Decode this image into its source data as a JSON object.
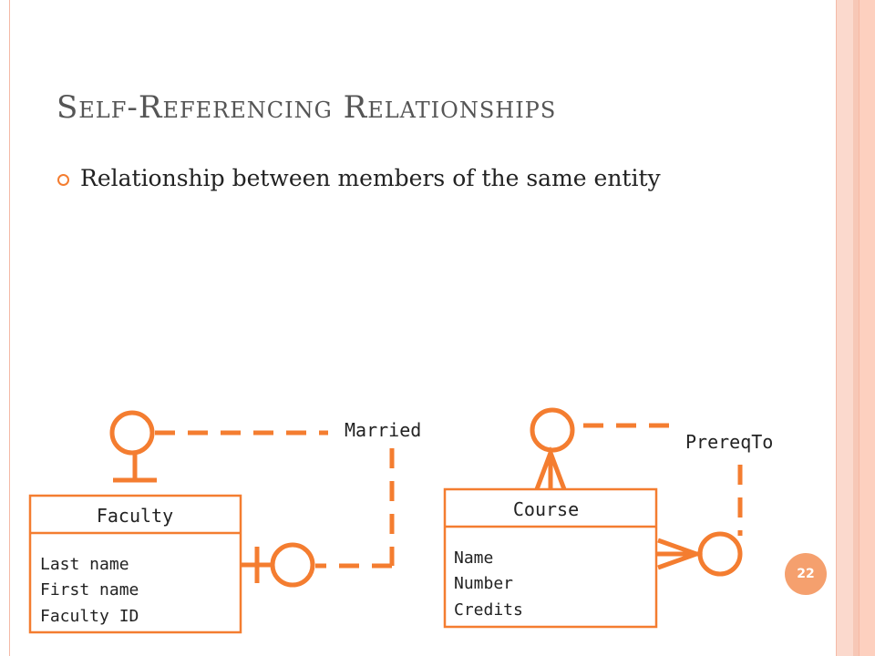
{
  "slide": {
    "title": "Self-Referencing Relationships",
    "bullet": "Relationship between members of the same entity",
    "page_number": "22"
  },
  "diagram": {
    "entities": [
      {
        "name": "Faculty",
        "attributes": [
          "Last name",
          "First name",
          "Faculty ID"
        ]
      },
      {
        "name": "Course",
        "attributes": [
          "Name",
          "Number",
          "Credits"
        ]
      }
    ],
    "relationships": [
      {
        "name": "Married",
        "cardinality": "one-to-one",
        "optional": true
      },
      {
        "name": "PrereqTo",
        "cardinality": "many-to-many",
        "optional": true
      }
    ]
  },
  "colors": {
    "accent": "#f47d30",
    "title": "#555555",
    "text": "#222222",
    "badge": "#f5a06e"
  }
}
